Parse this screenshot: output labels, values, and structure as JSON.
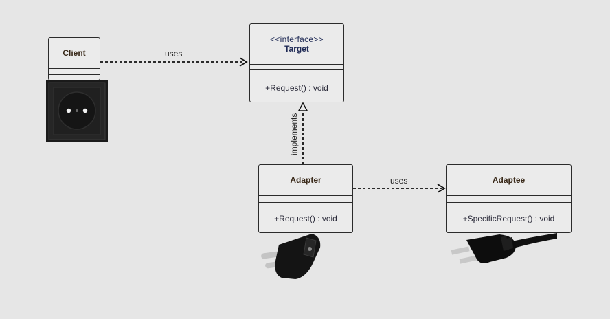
{
  "client": {
    "name": "Client"
  },
  "target": {
    "stereotype": "<<interface>>",
    "name": "Target",
    "operation": "+Request() : void"
  },
  "adapter": {
    "name": "Adapter",
    "operation": "+Request() : void"
  },
  "adaptee": {
    "name": "Adaptee",
    "operation": "+SpecificRequest() : void"
  },
  "edges": {
    "client_target": "uses",
    "adapter_target": "implements",
    "adapter_adaptee": "uses"
  },
  "icons": {
    "client": "wall-socket-icon",
    "adapter": "plug-adapter-icon",
    "adaptee": "us-power-plug-icon"
  },
  "colors": {
    "background": "#e6e6e6",
    "box": "#ebebeb",
    "stroke": "#2b2b2b",
    "interface_text": "#1f2a55"
  }
}
